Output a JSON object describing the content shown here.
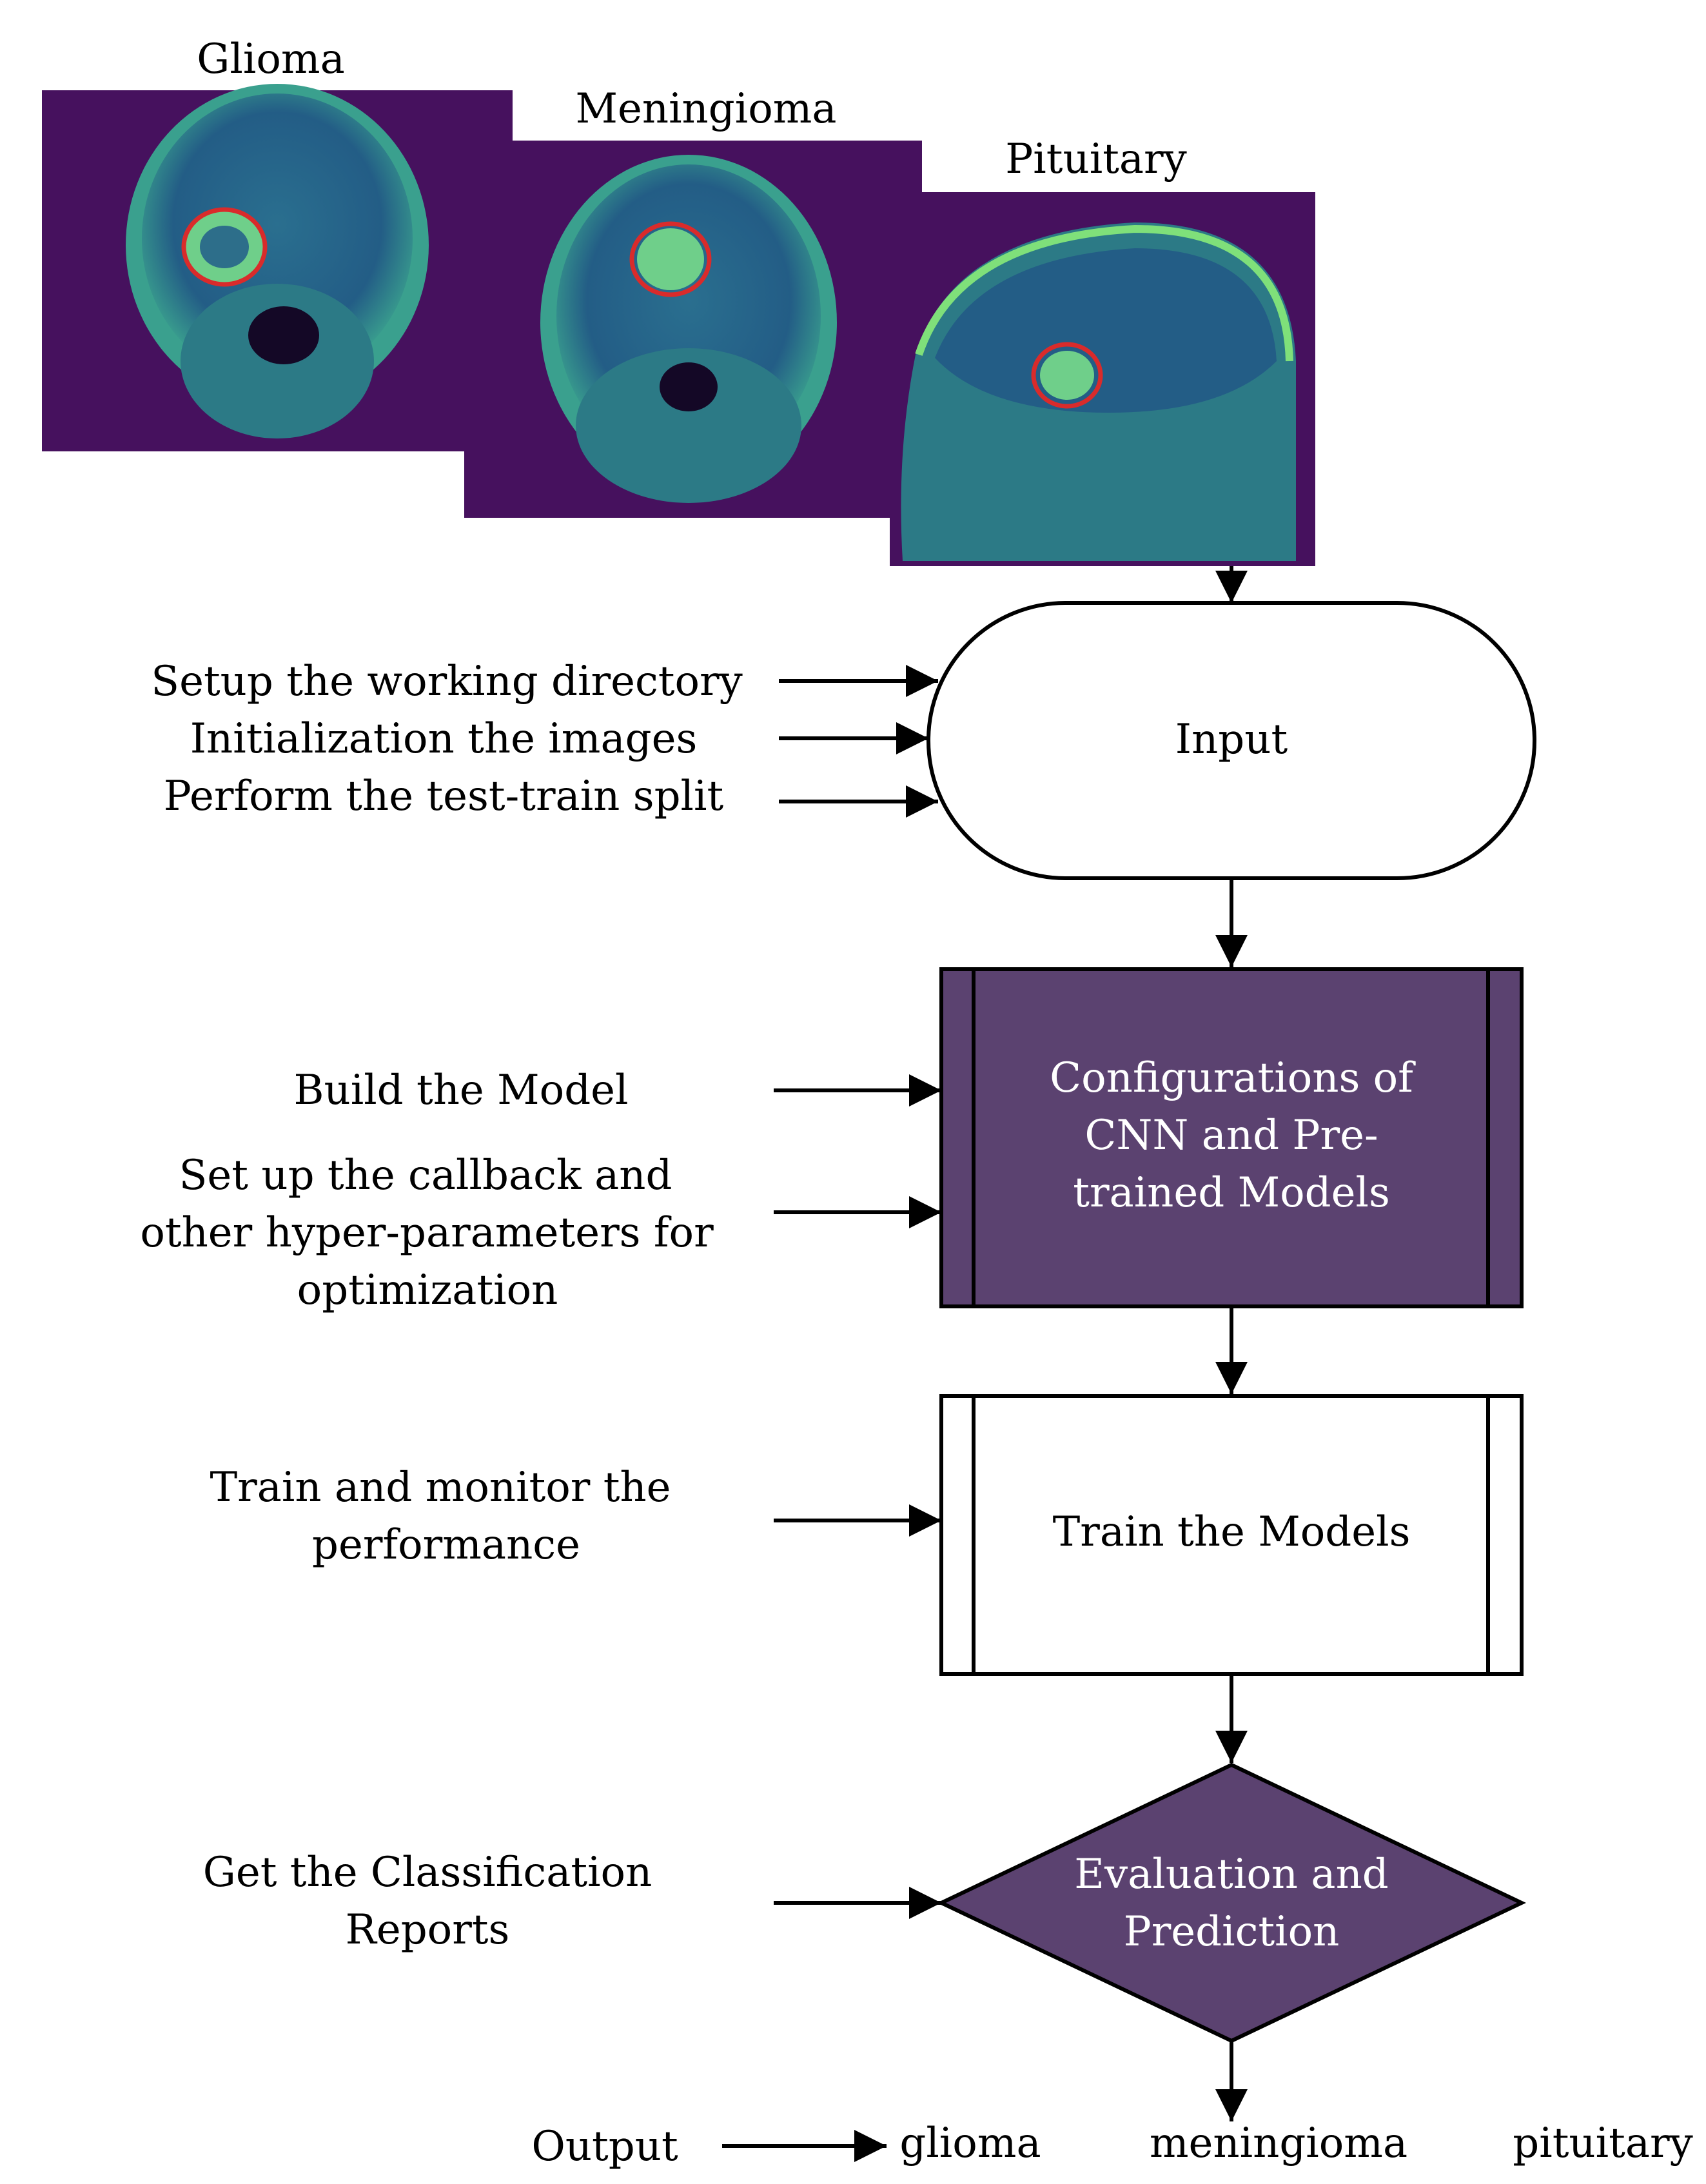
{
  "images": [
    {
      "label": "Glioma"
    },
    {
      "label": "Meningioma"
    },
    {
      "label": "Pituitary"
    }
  ],
  "inputs": {
    "input_box": [
      "Setup the working directory",
      "Initialization the images",
      "Perform the test-train split"
    ],
    "config_box_1": [
      "Build the Model"
    ],
    "config_box_2": [
      "Set up the callback and",
      "other hyper-parameters for",
      "optimization"
    ],
    "train_box": [
      "Train and monitor the",
      "performance"
    ],
    "eval_box": [
      "Get the Classification",
      "Reports"
    ]
  },
  "nodes": {
    "input": [
      "Input"
    ],
    "config": [
      "Configurations of",
      "CNN and Pre-",
      "trained Models"
    ],
    "train": [
      "Train the Models"
    ],
    "eval": [
      "Evaluation and",
      "Prediction"
    ]
  },
  "output": {
    "label": "Output",
    "classes": [
      "glioma",
      "meningioma",
      "pituitary"
    ]
  },
  "colors": {
    "accent": "#5b4270",
    "mri_bg": "#46115e",
    "mri_tissue": "#2f8c8c",
    "mri_bright": "#7fe07a",
    "tumor_circle": "#d92b2b"
  }
}
